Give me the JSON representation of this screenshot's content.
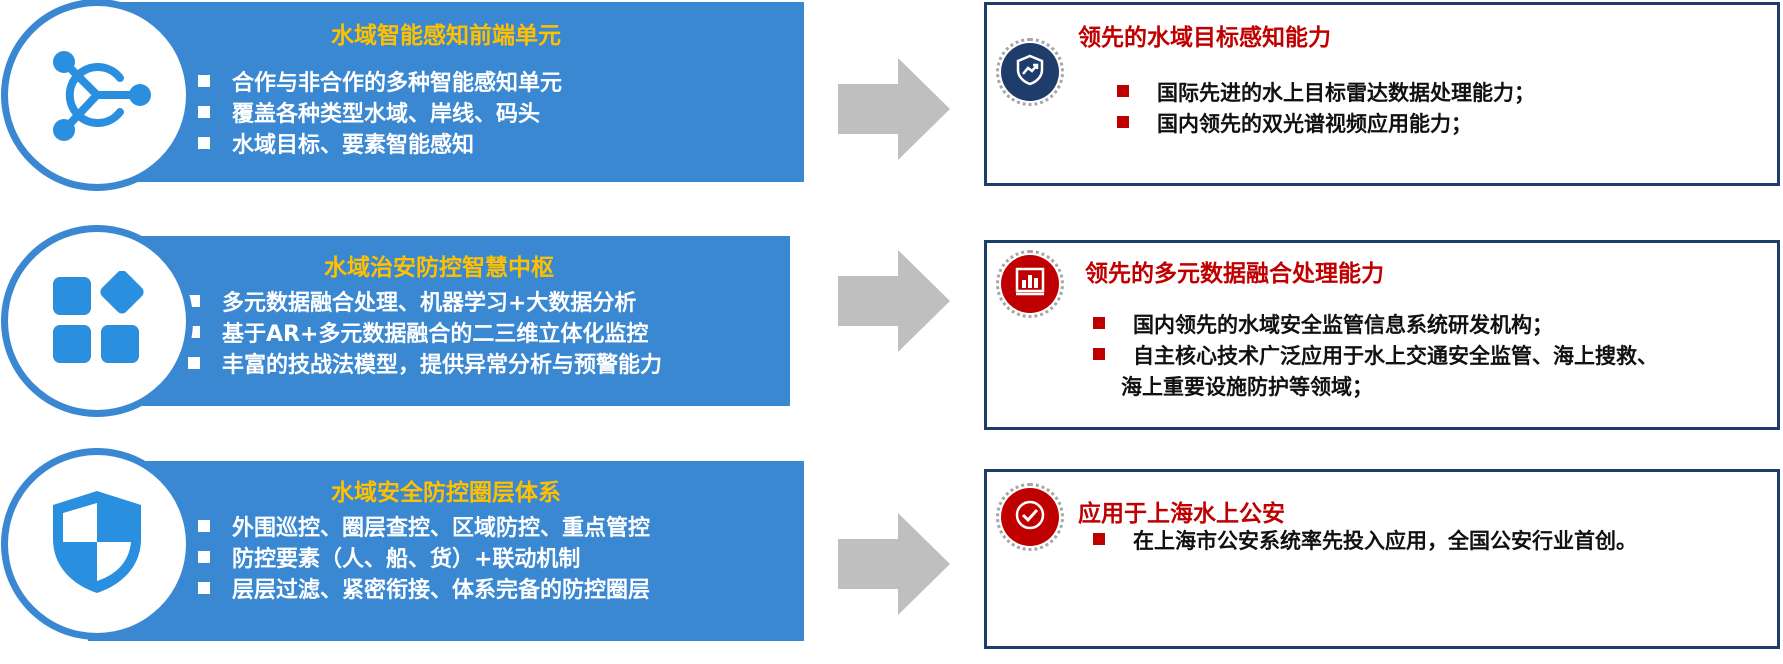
{
  "colors": {
    "panel_blue": "#3a87d2",
    "title_yellow": "#ffc000",
    "accent_red": "#c00000",
    "box_border": "#1f3d6b",
    "arrow_gray": "#bfbfbf"
  },
  "rows": [
    {
      "icon": "network-node-icon",
      "title": "水域智能感知前端单元",
      "bullets": [
        "合作与非合作的多种智能感知单元",
        "覆盖各种类型水域、岸线、码头",
        "水域目标、要素智能感知"
      ],
      "right": {
        "badge_icon": "shield-arrow-icon",
        "title": "领先的水域目标感知能力",
        "bullets": [
          "国际先进的水上目标雷达数据处理能力；",
          "国内领先的双光谱视频应用能力；"
        ]
      }
    },
    {
      "icon": "apps-grid-icon",
      "title": "水域治安防控智慧中枢",
      "bullets": [
        "多元数据融合处理、机器学习+大数据分析",
        "基于AR+多元数据融合的二三维立体化监控",
        "丰富的技战法模型，提供异常分析与预警能力"
      ],
      "right": {
        "badge_icon": "bar-chart-icon",
        "title": "领先的多元数据融合处理能力",
        "bullets": [
          "国内领先的水域安全监管信息系统研发机构；",
          "自主核心技术广泛应用于水上交通安全监管、海上搜救、"
        ],
        "continuation": "海上重要设施防护等领域；"
      }
    },
    {
      "icon": "shield-icon",
      "title": "水域安全防控圈层体系",
      "bullets": [
        "外围巡控、圈层查控、区域防控、重点管控",
        "防控要素（人、船、货）+联动机制",
        "层层过滤、紧密衔接、体系完备的防控圈层"
      ],
      "right": {
        "badge_icon": "check-circle-icon",
        "title": "应用于上海水上公安",
        "bullets": [
          "在上海市公安系统率先投入应用，全国公安行业首创。"
        ]
      }
    }
  ]
}
